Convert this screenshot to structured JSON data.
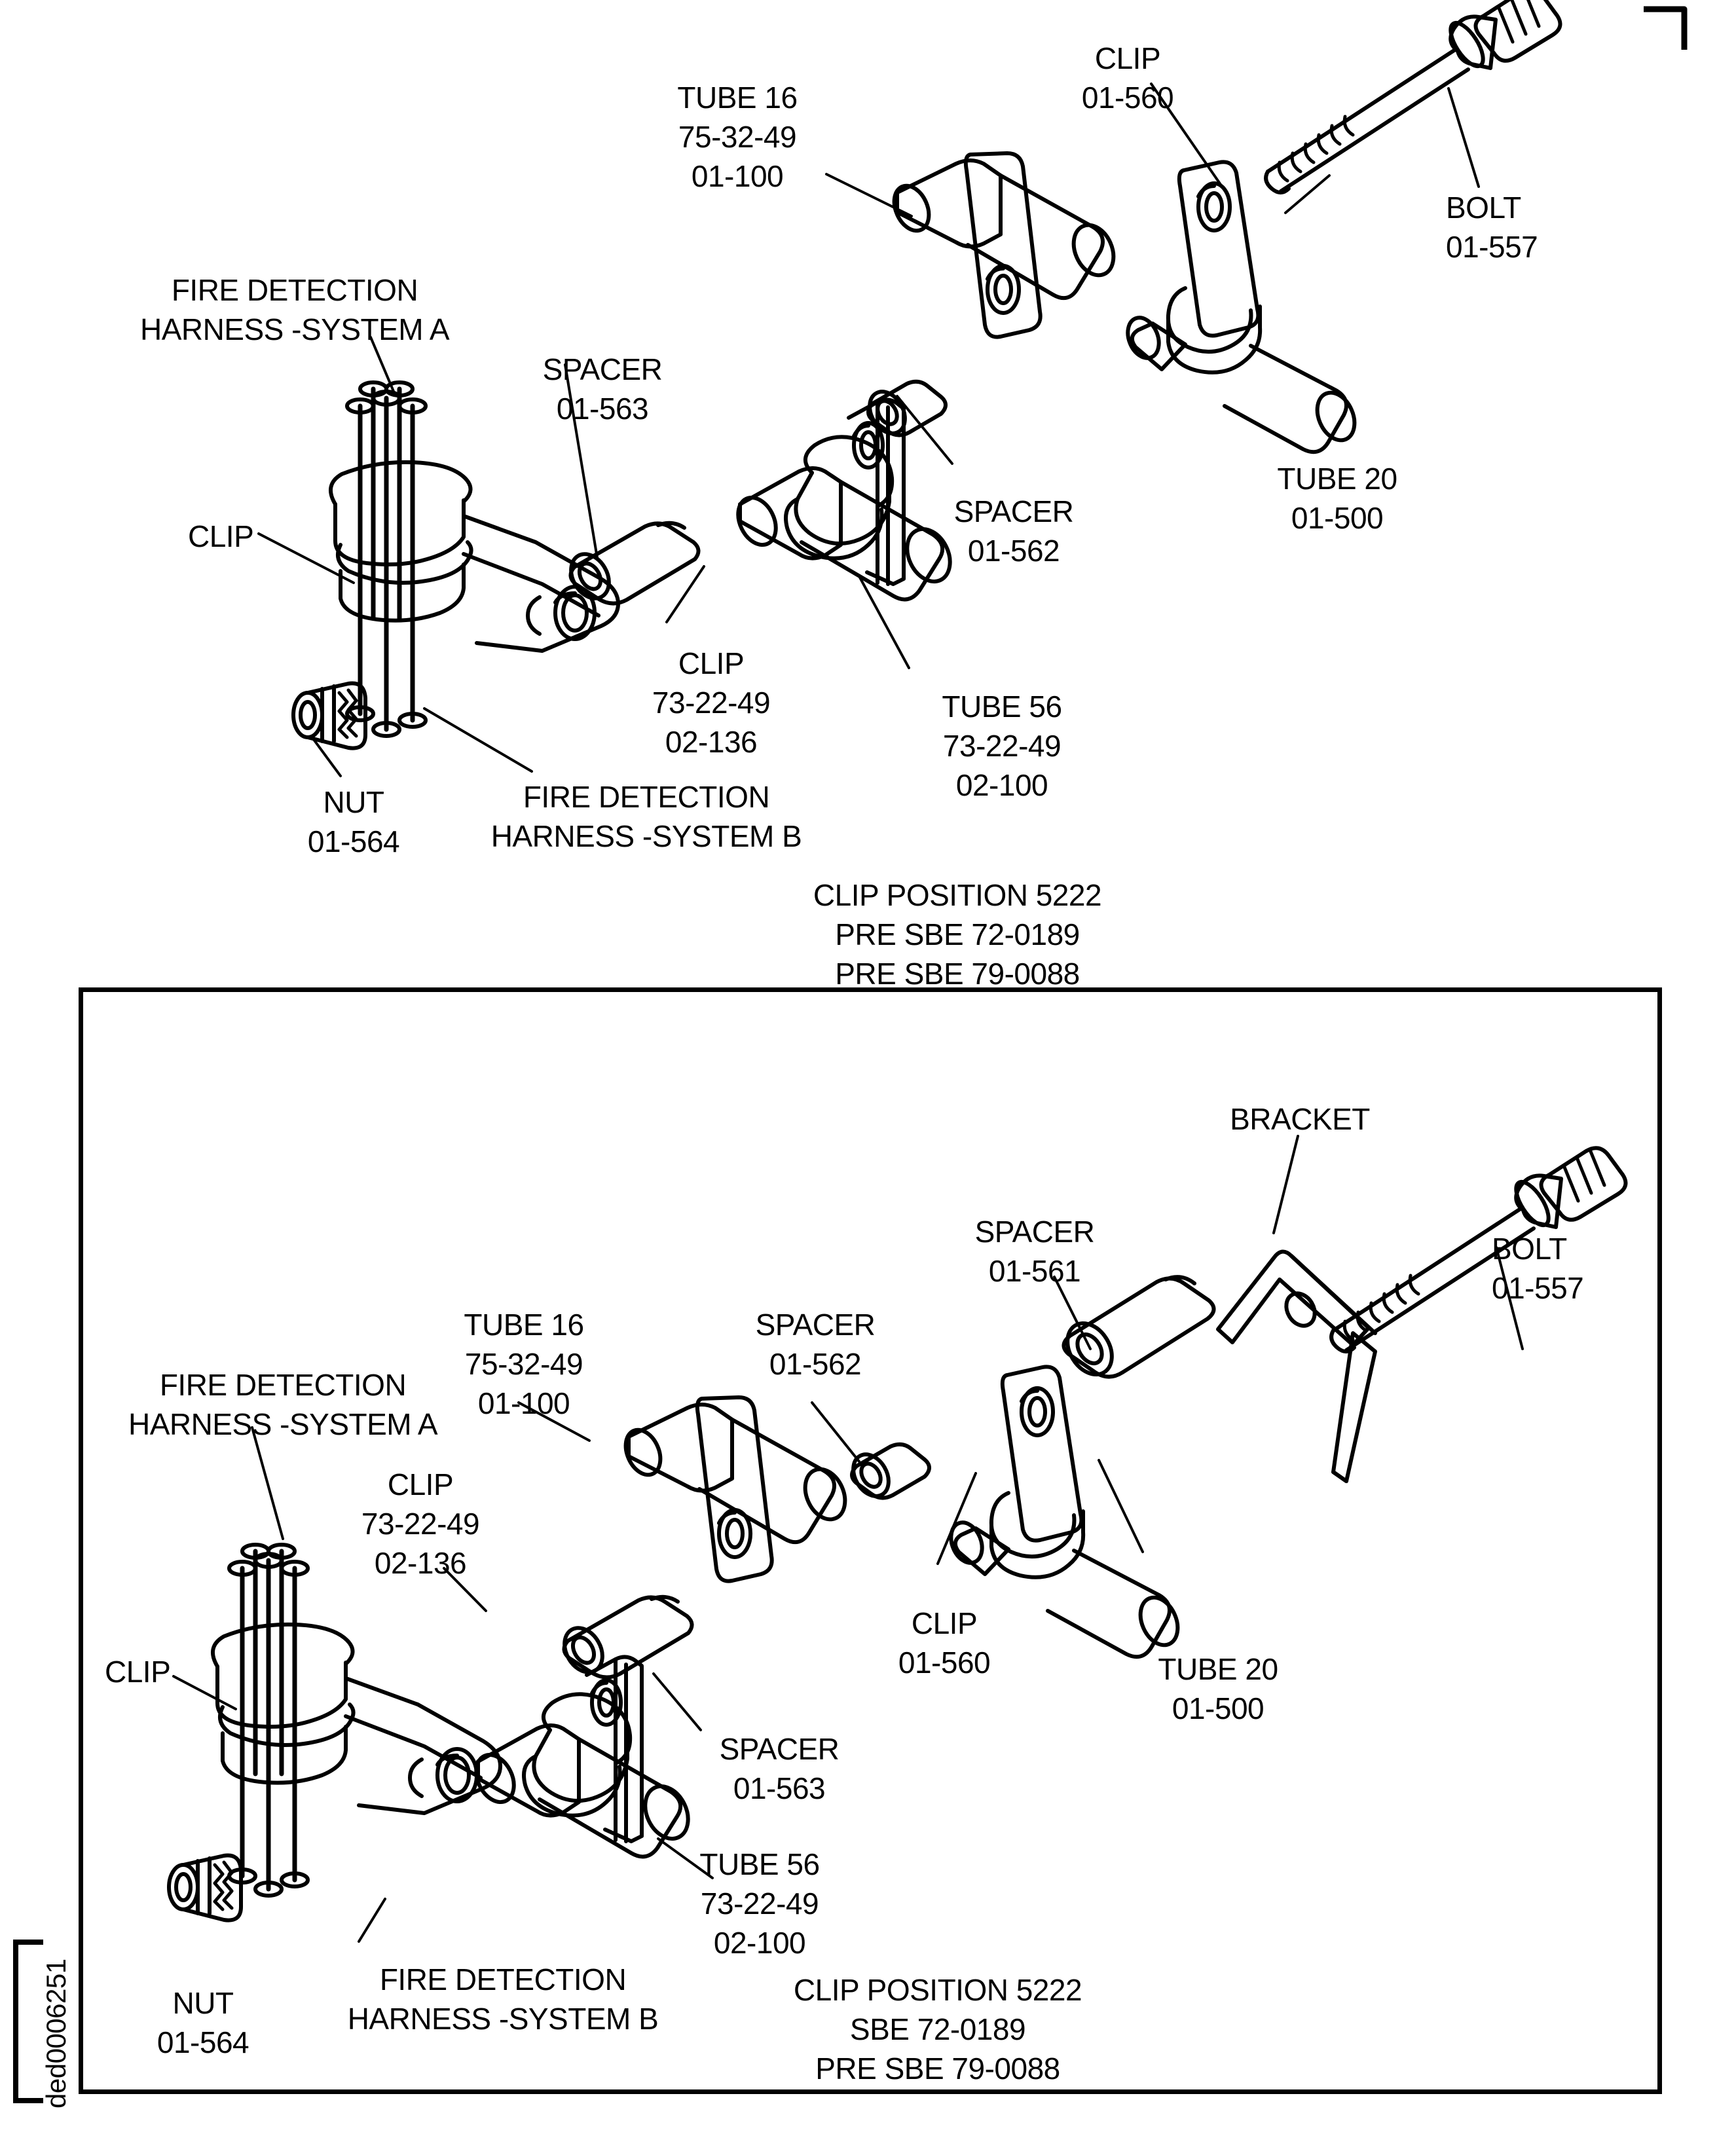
{
  "drawing": {
    "sheet_id": "ded0006251"
  },
  "top_view": {
    "labels": {
      "tube16": "TUBE 16\n75-32-49\n01-100",
      "clip_560": "CLIP\n01-560",
      "bolt": "BOLT\n01-557",
      "tube20": "TUBE 20\n01-500",
      "harness_a": "FIRE DETECTION\nHARNESS -SYSTEM A",
      "spacer_563": "SPACER\n01-563",
      "spacer_562": "SPACER\n01-562",
      "clip_left": "CLIP",
      "clip_7322": "CLIP\n73-22-49\n02-136",
      "tube56": "TUBE 56\n73-22-49\n02-100",
      "nut": "NUT\n01-564",
      "harness_b": "FIRE DETECTION\nHARNESS -SYSTEM B",
      "clip_position": "CLIP POSITION 5222\nPRE SBE 72-0189\nPRE SBE 79-0088"
    }
  },
  "bottom_view": {
    "labels": {
      "bracket": "BRACKET",
      "spacer_561": "SPACER\n01-561",
      "bolt": "BOLT\n01-557",
      "tube16": "TUBE 16\n75-32-49\n01-100",
      "spacer_562": "SPACER\n01-562",
      "harness_a": "FIRE DETECTION\nHARNESS -SYSTEM A",
      "clip_7322": "CLIP\n73-22-49\n02-136",
      "clip_left": "CLIP",
      "clip_560": "CLIP\n01-560",
      "tube20": "TUBE 20\n01-500",
      "spacer_563": "SPACER\n01-563",
      "tube56": "TUBE 56\n73-22-49\n02-100",
      "nut": "NUT\n01-564",
      "harness_b": "FIRE DETECTION\nHARNESS -SYSTEM B",
      "clip_position": "CLIP POSITION 5222\nSBE 72-0189\nPRE SBE 79-0088"
    }
  }
}
